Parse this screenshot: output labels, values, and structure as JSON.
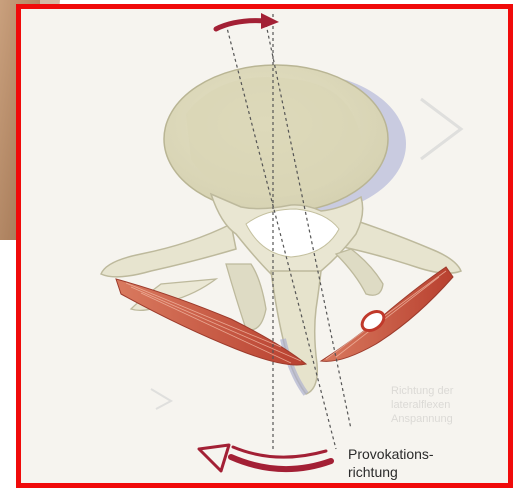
{
  "caption": {
    "line1": "Provokations-",
    "line2": "richtung"
  },
  "faded_side_text": [
    "Richtung der",
    "lateralflexen",
    "Anspannung"
  ],
  "colors": {
    "frame": "#f00a0a",
    "muscle": "#c7553f",
    "arrow": "#a32035",
    "bone": "#ece9d4",
    "page": "#f6f4ef"
  }
}
